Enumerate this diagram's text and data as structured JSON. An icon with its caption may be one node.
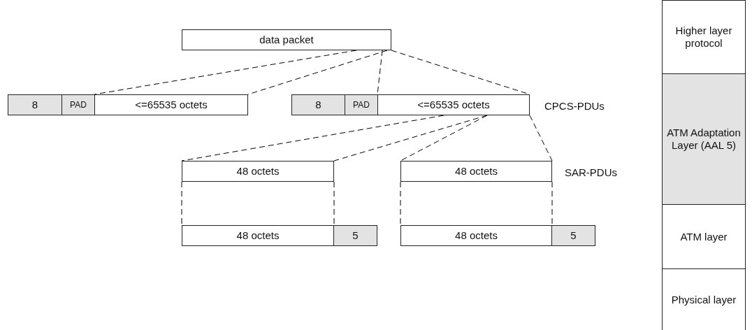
{
  "diagram": {
    "nodes": [
      {
        "text": [
          "data packet"
        ]
      },
      {
        "text": [
          "8"
        ]
      },
      {
        "text": [
          "PAD"
        ]
      },
      {
        "text": [
          "<=65535 octets"
        ]
      },
      {
        "text": [
          "8"
        ]
      },
      {
        "text": [
          "PAD"
        ]
      },
      {
        "text": [
          "<=65535 octets"
        ]
      },
      {
        "text": [
          "48 octets"
        ]
      },
      {
        "text": [
          "48 octets"
        ]
      },
      {
        "text": [
          "48 octets"
        ]
      },
      {
        "text": [
          "5"
        ]
      },
      {
        "text": [
          "48 octets"
        ]
      },
      {
        "text": [
          "5"
        ]
      },
      {
        "text": [
          "Higher layer protocol"
        ]
      },
      {
        "text": [
          "ATM Adaptation Layer (AAL 5)"
        ]
      },
      {
        "text": [
          "ATM layer"
        ]
      },
      {
        "text": [
          "Physical layer"
        ]
      }
    ],
    "edges": [
      {
        "from": 0,
        "to": 3,
        "arrow": "none",
        "style": "dashed"
      },
      {
        "from": 0,
        "to": 3,
        "arrow": "none",
        "style": "dashed"
      },
      {
        "from": 0,
        "to": 6,
        "arrow": "none",
        "style": "dashed"
      },
      {
        "from": 0,
        "to": 6,
        "arrow": "none",
        "style": "dashed"
      },
      {
        "from": 6,
        "to": 7,
        "arrow": "none",
        "style": "dashed"
      },
      {
        "from": 6,
        "to": 7,
        "arrow": "none",
        "style": "dashed"
      },
      {
        "from": 6,
        "to": 8,
        "arrow": "none",
        "style": "dashed"
      },
      {
        "from": 6,
        "to": 8,
        "arrow": "none",
        "style": "dashed"
      },
      {
        "from": 7,
        "to": 9,
        "arrow": "none",
        "style": "dashed"
      },
      {
        "from": 7,
        "to": 9,
        "arrow": "none",
        "style": "dashed"
      },
      {
        "from": 8,
        "to": 11,
        "arrow": "none",
        "style": "dashed"
      },
      {
        "from": 8,
        "to": 11,
        "arrow": "none",
        "style": "dashed"
      }
    ],
    "labels": [
      "CPCS-PDUs",
      "SAR-PDUs"
    ]
  }
}
